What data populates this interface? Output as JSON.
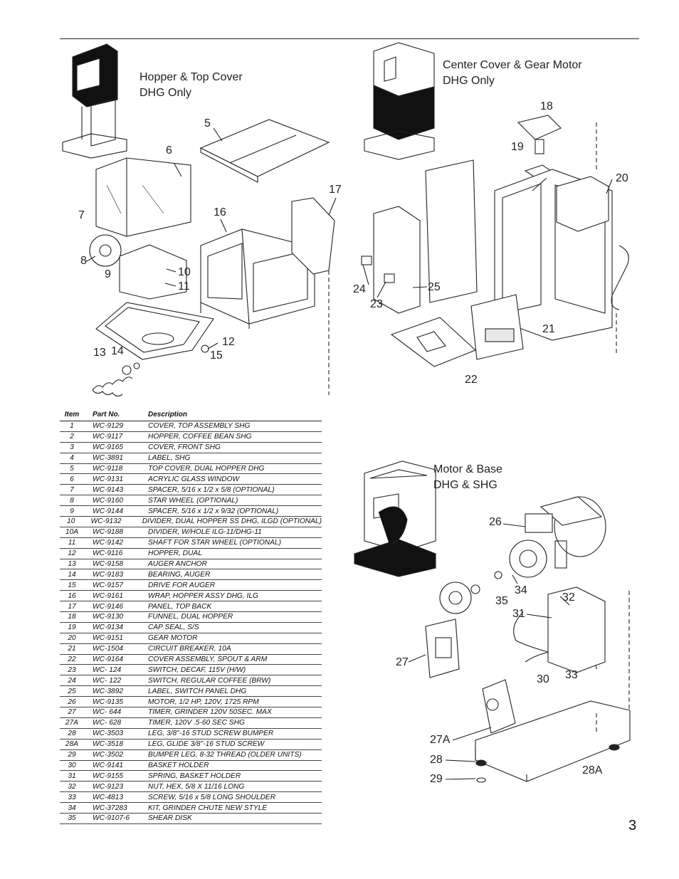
{
  "page_number": "3",
  "sections": {
    "hopper": {
      "title1": "Hopper & Top Cover",
      "title2": "DHG Only"
    },
    "center": {
      "title1": "Center Cover & Gear Motor",
      "title2": "DHG Only"
    },
    "motor": {
      "title1": "Motor & Base",
      "title2": "DHG & SHG"
    }
  },
  "callouts": {
    "c5": "5",
    "c6": "6",
    "c7": "7",
    "c8": "8",
    "c9": "9",
    "c10": "10",
    "c11": "11",
    "c12": "12",
    "c13": "13",
    "c14": "14",
    "c15": "15",
    "c16": "16",
    "c17": "17",
    "c18": "18",
    "c19": "19",
    "c20": "20",
    "c21": "21",
    "c22": "22",
    "c23": "23",
    "c24": "24",
    "c25": "25",
    "c26": "26",
    "c27": "27",
    "c27a": "27A",
    "c28": "28",
    "c28a": "28A",
    "c29": "29",
    "c30": "30",
    "c31": "31",
    "c32": "32",
    "c33": "33",
    "c34": "34",
    "c35": "35"
  },
  "table": {
    "headers": {
      "item": "Item",
      "part": "Part No.",
      "desc": "Description"
    },
    "rows": [
      {
        "item": "1",
        "part": "WC-9129",
        "desc": "COVER, TOP ASSEMBLY SHG"
      },
      {
        "item": "2",
        "part": "WC-9117",
        "desc": "HOPPER, COFFEE BEAN SHG"
      },
      {
        "item": "3",
        "part": "WC-9165",
        "desc": "COVER, FRONT SHG"
      },
      {
        "item": "4",
        "part": "WC-3891",
        "desc": "LABEL, SHG"
      },
      {
        "item": "5",
        "part": "WC-9118",
        "desc": "TOP COVER, DUAL HOPPER DHG"
      },
      {
        "item": "6",
        "part": "WC-9131",
        "desc": "ACRYLIC GLASS WINDOW"
      },
      {
        "item": "7",
        "part": "WC-9143",
        "desc": "SPACER, 5/16 x 1/2 x 5/8 (OPTIONAL)"
      },
      {
        "item": "8",
        "part": "WC-9160",
        "desc": "STAR WHEEL (OPTIONAL)"
      },
      {
        "item": "9",
        "part": "WC-9144",
        "desc": "SPACER, 5/16 x 1/2 x 9/32 (OPTIONAL)"
      },
      {
        "item": "10",
        "part": "WC-9132",
        "desc": "DIVIDER, DUAL HOPPER SS DHG, ILGD (OPTIONAL)"
      },
      {
        "item": "10A",
        "part": "WC-9188",
        "desc": "DIVIDER, W/HOLE ILG-11/DHG-11"
      },
      {
        "item": "11",
        "part": "WC-9142",
        "desc": "SHAFT FOR STAR WHEEL (OPTIONAL)"
      },
      {
        "item": "12",
        "part": "WC-9116",
        "desc": "HOPPER, DUAL"
      },
      {
        "item": "13",
        "part": "WC-9158",
        "desc": "AUGER ANCHOR"
      },
      {
        "item": "14",
        "part": "WC-9183",
        "desc": "BEARING, AUGER"
      },
      {
        "item": "15",
        "part": "WC-9157",
        "desc": "DRIVE FOR AUGER"
      },
      {
        "item": "16",
        "part": "WC-9161",
        "desc": "WRAP, HOPPER ASSY DHG, ILG"
      },
      {
        "item": "17",
        "part": "WC-9146",
        "desc": "PANEL, TOP BACK"
      },
      {
        "item": "18",
        "part": "WC-9130",
        "desc": "FUNNEL, DUAL HOPPER"
      },
      {
        "item": "19",
        "part": "WC-9134",
        "desc": "CAP SEAL, S/S"
      },
      {
        "item": "20",
        "part": "WC-9151",
        "desc": "GEAR MOTOR"
      },
      {
        "item": "21",
        "part": "WC-1504",
        "desc": "CIRCUIT BREAKER, 10A"
      },
      {
        "item": "22",
        "part": "WC-9164",
        "desc": "COVER ASSEMBLY, SPOUT & ARM"
      },
      {
        "item": "23",
        "part": "WC-  124",
        "desc": "SWITCH, DECAF, 115V (H/W)"
      },
      {
        "item": "24",
        "part": "WC-  122",
        "desc": "SWITCH, REGULAR COFFEE (BRW)"
      },
      {
        "item": "25",
        "part": "WC-3892",
        "desc": "LABEL, SWITCH PANEL DHG"
      },
      {
        "item": "26",
        "part": "WC-9135",
        "desc": "MOTOR, 1/2 HP, 120V, 1725 RPM"
      },
      {
        "item": "27",
        "part": "WC- 644",
        "desc": "TIMER, GRINDER 120V 50SEC. MAX"
      },
      {
        "item": "27A",
        "part": "WC- 628",
        "desc": "TIMER, 120V .5-60 SEC SHG"
      },
      {
        "item": "28",
        "part": "WC-3503",
        "desc": "LEG, 3/8\"-16 STUD SCREW BUMPER"
      },
      {
        "item": "28A",
        "part": "WC-3518",
        "desc": "LEG, GLIDE 3/8\"-16 STUD SCREW"
      },
      {
        "item": "29",
        "part": "WC-3502",
        "desc": "BUMPER LEG, 8-32 THREAD (OLDER UNITS)"
      },
      {
        "item": "30",
        "part": "WC-9141",
        "desc": "BASKET HOLDER"
      },
      {
        "item": "31",
        "part": "WC-9155",
        "desc": "SPRING, BASKET HOLDER"
      },
      {
        "item": "32",
        "part": "WC-9123",
        "desc": "NUT, HEX, 5/8 X 11/16 LONG"
      },
      {
        "item": "33",
        "part": "WC-4813",
        "desc": "SCREW, 5/16 x 5/8 LONG SHOULDER"
      },
      {
        "item": "34",
        "part": "WC-37283",
        "desc": "KIT, GRINDER CHUTE NEW STYLE"
      },
      {
        "item": "35",
        "part": "WC-9107-6",
        "desc": "SHEAR DISK"
      }
    ]
  }
}
